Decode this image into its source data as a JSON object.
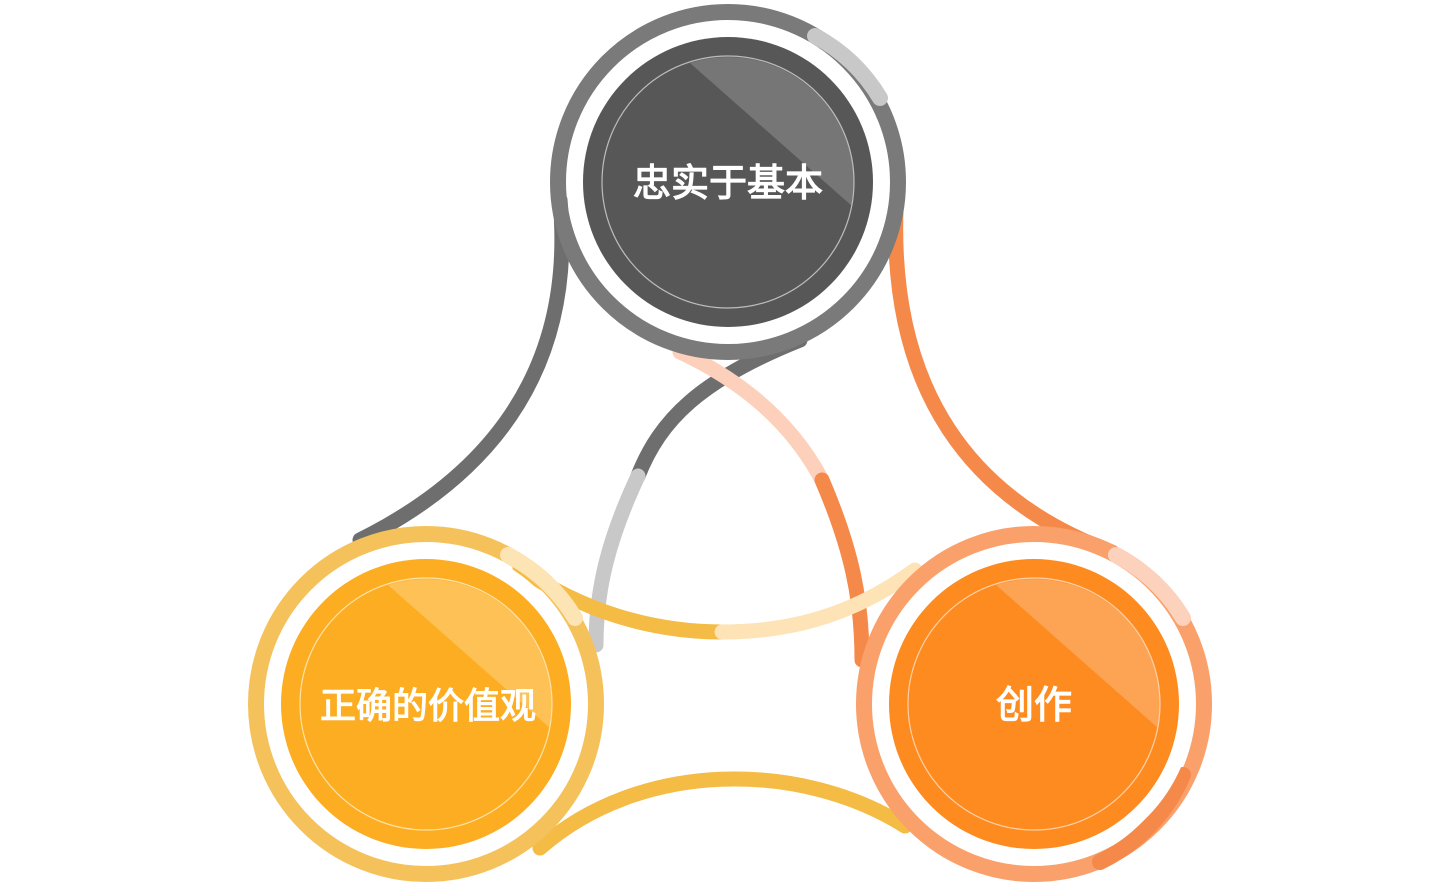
{
  "nodes": [
    {
      "id": "top",
      "label": "忠实于基本",
      "color": "#575757",
      "ring_color": "#7a7a7a",
      "ring_light": "#c8c8c8"
    },
    {
      "id": "left",
      "label": "正确的价值观",
      "color": "#fcad22",
      "ring_color": "#f5c15a",
      "ring_light": "#fde4b4"
    },
    {
      "id": "right",
      "label": "创作",
      "color": "#fd8b1f",
      "ring_color": "#f9a06b",
      "ring_light": "#fdd2bd"
    }
  ],
  "connectors": {
    "gray_dark": "#6e6e6e",
    "gray_light": "#c8c8c8",
    "orange": "#f5894a",
    "orange_light": "#fdd0bb",
    "yellow": "#f4bb45",
    "yellow_light": "#fde3b5"
  }
}
